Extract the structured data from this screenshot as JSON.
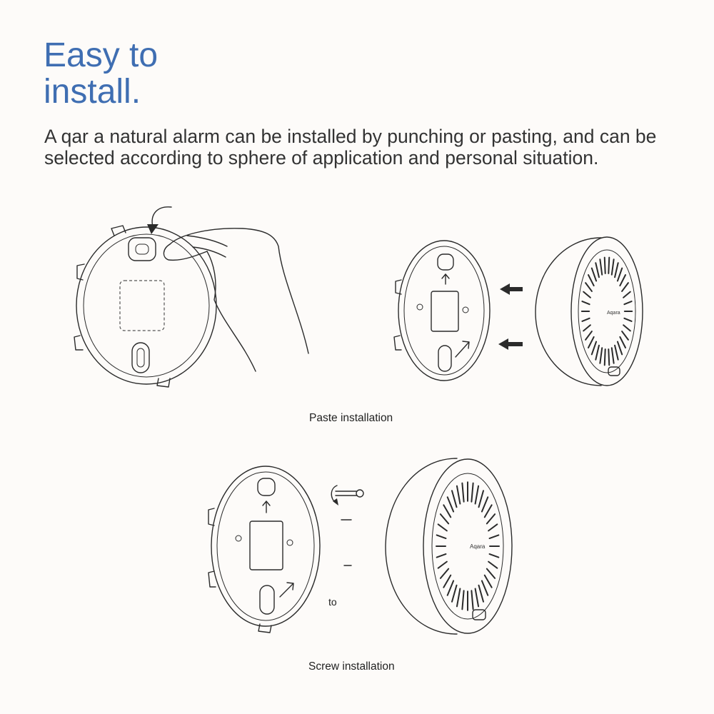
{
  "heading": {
    "line1": "Easy to",
    "line2": "install."
  },
  "description": "A qar a natural alarm can be installed by punching or pasting, and can be selected according to sphere of application and personal situation.",
  "paste_section": {
    "caption": "Paste installation",
    "device_brand": "Aqara"
  },
  "screw_section": {
    "caption": "Screw installation",
    "to_label": "to",
    "device_brand": "Aqara"
  },
  "icons": {
    "hand": "hand-peel-icon",
    "arrow": "left-arrow-icon",
    "screw": "screw-icon"
  },
  "colors": {
    "heading": "#3f6eb2",
    "text": "#333333",
    "background": "#fdfbf9"
  }
}
